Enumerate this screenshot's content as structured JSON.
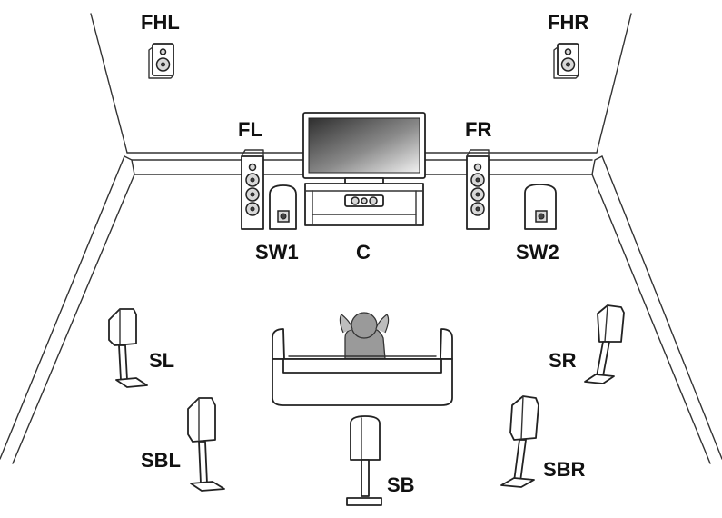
{
  "labels": {
    "fhl": "FHL",
    "fhr": "FHR",
    "fl": "FL",
    "fr": "FR",
    "sw1": "SW1",
    "c": "C",
    "sw2": "SW2",
    "sl": "SL",
    "sr": "SR",
    "sbl": "SBL",
    "sb": "SB",
    "sbr": "SBR"
  },
  "colors": {
    "line": "#333333",
    "text": "#111111",
    "screen_dark": "#3a3a3a",
    "screen_light": "#f2f2f2",
    "listener": "#9a9a9a"
  }
}
